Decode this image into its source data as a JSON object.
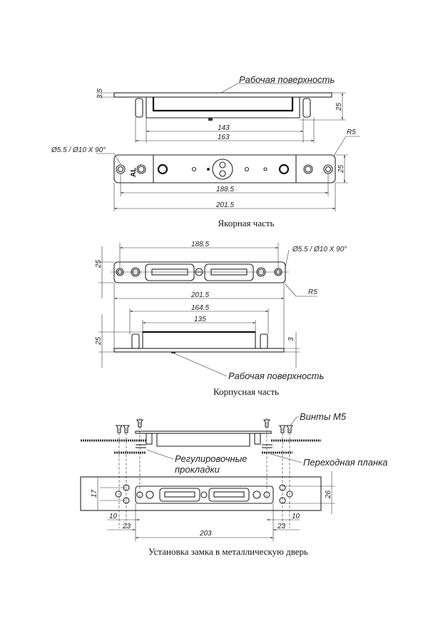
{
  "anchor_part": {
    "caption": "Якорная часть",
    "working_surface_label": "Рабочая поверхность",
    "hole_label": "Ø5.5 / Ø10 X 90°",
    "radius_label": "R5",
    "logo_text": "AL",
    "dims": {
      "thickness": "3.5",
      "height": "25",
      "width_inner": "143",
      "width_pins": "163",
      "plate_height": "25",
      "hole_spacing": "188.5",
      "overall": "201.5"
    }
  },
  "body_part": {
    "caption": "Корпусная часть",
    "working_surface_label": "Рабочая поверхность",
    "hole_label": "Ø5.5 / Ø10 X 90°",
    "radius_label": "R5",
    "dims": {
      "hole_spacing": "188.5",
      "plate_height": "25",
      "overall": "201.5",
      "width_pins": "164.5",
      "width_inner": "135",
      "height": "25",
      "thickness": "3"
    }
  },
  "installation": {
    "caption": "Установка замка в металлическую дверь",
    "screws_label": "Винты М5",
    "shims_label_line1": "Регулировочные",
    "shims_label_line2": "прокладки",
    "adapter_label": "Переходная планка",
    "dims": {
      "vertical_left": "17",
      "vertical_right": "26",
      "left_10": "10",
      "left_23": "23",
      "span": "203",
      "right_23": "23",
      "right_10": "10"
    }
  }
}
